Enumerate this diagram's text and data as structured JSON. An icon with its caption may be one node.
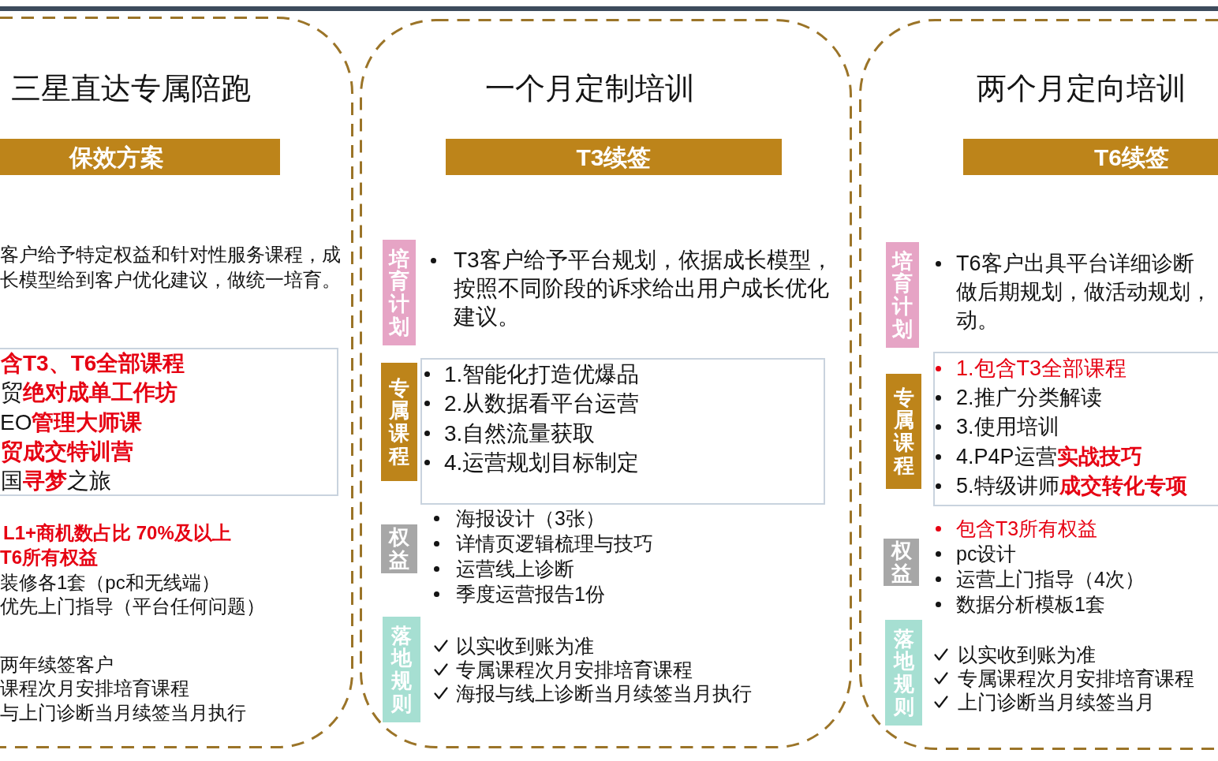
{
  "diagram": {
    "nodes": [
      {
        "text": [
          "三星直达专属陪跑",
          "客户给予特定权益和针对性服务课程，成长模型给到客户优化建议，做统一培育。",
          "L1+商机数占比 70%及以上",
          "T6所有权益",
          "装修各1套（pc和无线端）",
          "优先上门指导（平台任何问题）",
          "两年续签客户",
          "课程次月安排培育课程",
          "与上门诊断当月续签当月执行"
        ]
      },
      {
        "text": [
          "保效方案"
        ],
        "in": 0
      },
      {
        "text": [
          "含T3、T6全部课程",
          "贸**绝对成单工作坊**",
          "EO**管理大师课**",
          "贸成交特训营",
          "国**寻梦**之旅"
        ],
        "in": 0
      },
      {
        "text": [
          "一个月定制培训",
          "T3客户给予平台规划，依据成长模型，按照不同阶段的诉求给出用户成长优化建议。",
          "海报设计（3张）",
          "详情页逻辑梳理与技巧",
          "运营线上诊断",
          "季度运营报告1份",
          "以实收到账为准",
          "专属课程次月安排培育课程",
          "海报与线上诊断当月续签当月执行"
        ]
      },
      {
        "text": [
          "T3续签"
        ],
        "in": 3
      },
      {
        "text": [
          "培育计划"
        ],
        "in": 3
      },
      {
        "text": [
          "专属课程"
        ],
        "in": 3
      },
      {
        "text": [
          "1.智能化打造优爆品",
          "2.从数据看平台运营",
          "3.自然流量获取",
          "4.运营规划目标制定"
        ],
        "in": 3
      },
      {
        "text": [
          "权益"
        ],
        "in": 3
      },
      {
        "text": [
          "落地规则"
        ],
        "in": 3
      },
      {
        "text": [
          "两个月定向培训",
          "T6客户出具平台详细诊断做后期规划，做活动规划，动。",
          "包含T3所有权益",
          "pc设计",
          "运营上门指导（4次）",
          "数据分析模板1套",
          "以实收到账为准",
          "专属课程次月安排培育课程",
          "上门诊断当月续签当月"
        ]
      },
      {
        "text": [
          "T6续签"
        ],
        "in": 10
      },
      {
        "text": [
          "培育计划"
        ],
        "in": 10
      },
      {
        "text": [
          "专属课程"
        ],
        "in": 10
      },
      {
        "text": [
          "1.包含T3全部课程",
          "2.推广分类解读",
          "3.使用培训",
          "4.P4P运营**实战技巧**",
          "5.特级讲师**成交转化专项**"
        ],
        "in": 10
      },
      {
        "text": [
          "权益"
        ],
        "in": 10
      },
      {
        "text": [
          "落地规则"
        ],
        "in": 10
      }
    ]
  }
}
